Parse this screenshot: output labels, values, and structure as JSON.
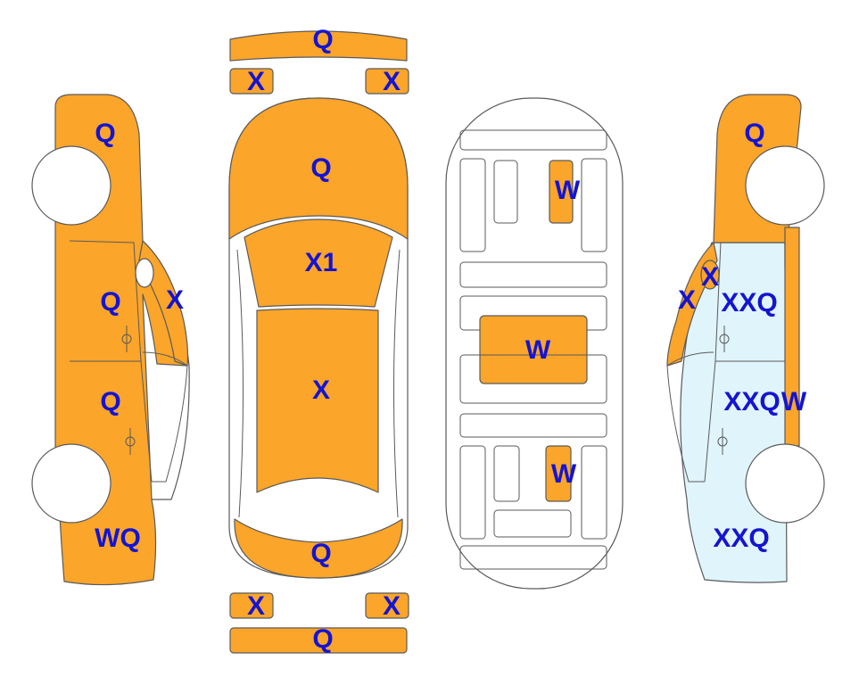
{
  "colors": {
    "damaged": "#FBA52A",
    "light_blue": "#E0F4FB",
    "outline": "#5a5a5a",
    "label": "#1414D2",
    "white": "#FFFFFF"
  },
  "labels": {
    "top_bumper_strip": "Q",
    "front_left_corner": "X",
    "front_right_corner": "X",
    "hood": "Q",
    "windshield": "X1",
    "roof": "X",
    "trunk": "Q",
    "rear_left_corner": "X",
    "rear_right_corner": "X",
    "bottom_bumper_strip": "Q",
    "floor_front_seat": "W",
    "floor_center": "W",
    "floor_rear_seat": "W",
    "left_front_fender": "Q",
    "left_front_door": "Q",
    "left_pillar": "X",
    "left_rear_door": "Q",
    "left_rear_quarter": "WQ",
    "right_front_fender": "Q",
    "right_pillar_upper": "X",
    "right_pillar_lower": "X",
    "right_front_door": "XXQ",
    "right_rear_door": "XXQ",
    "right_rear_door_extra": "W",
    "right_rear_quarter": "XXQ"
  }
}
